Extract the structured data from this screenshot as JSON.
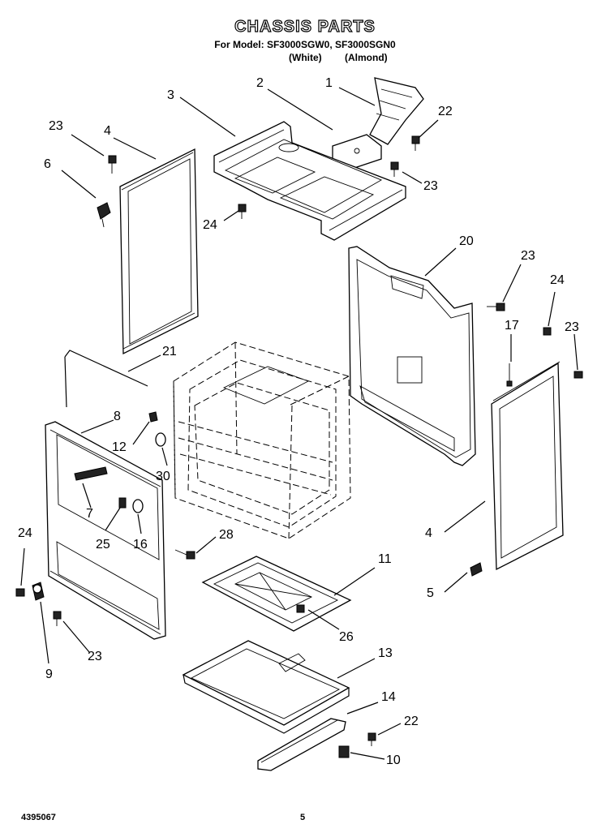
{
  "title": "CHASSIS PARTS",
  "model_line": "For Model: SF3000SGW0, SF3000SGN0",
  "color_white": "(White)",
  "color_almond": "(Almond)",
  "footer_left": "4395067",
  "footer_page": "5",
  "callouts": {
    "c1": "1",
    "c2": "2",
    "c3": "3",
    "c4a": "4",
    "c4b": "4",
    "c5": "5",
    "c6": "6",
    "c7": "7",
    "c8": "8",
    "c9": "9",
    "c10": "10",
    "c11": "11",
    "c12": "12",
    "c13": "13",
    "c14": "14",
    "c16": "16",
    "c17": "17",
    "c20": "20",
    "c21": "21",
    "c22a": "22",
    "c22b": "22",
    "c23a": "23",
    "c23b": "23",
    "c23c": "23",
    "c23d": "23",
    "c23e": "23",
    "c24a": "24",
    "c24b": "24",
    "c24c": "24",
    "c25": "25",
    "c26": "26",
    "c28": "28",
    "c30": "30"
  }
}
